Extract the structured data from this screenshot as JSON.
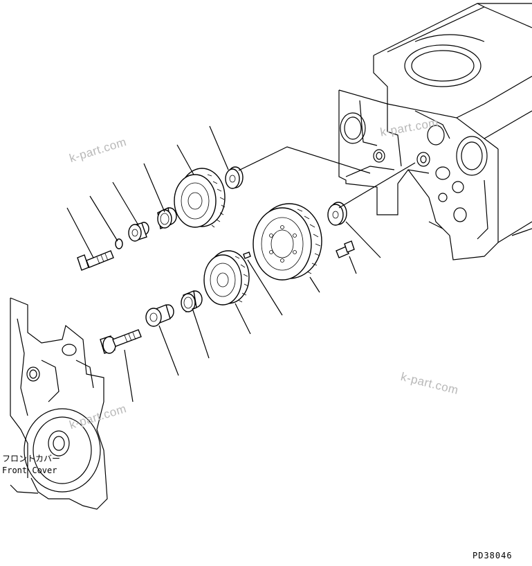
{
  "watermarks": [
    "k-part.com",
    "k-part.com",
    "k-part.com",
    "k-part.com"
  ],
  "front_cover": {
    "label_jp": "フロントカバー",
    "label_en": "Front Cover"
  },
  "drawing_code": "PD38046"
}
